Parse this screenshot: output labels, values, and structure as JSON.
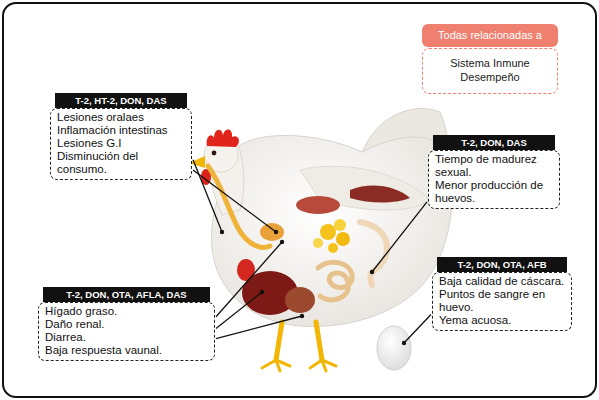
{
  "diagram": {
    "nodes": [
      {
        "text": [
          "Todas relacionadas a",
          "Sistema Inmune",
          "Desempeño"
        ]
      },
      {
        "text": [
          "T-2, HT-2, DON, DAS",
          "Lesiones oralaes",
          "Inflamación intestinas",
          "Lesiones G.I",
          "Disminución del consumo."
        ]
      },
      {
        "text": [
          "T-2, DON, DAS",
          "Tiempo de madurez sexual.",
          "Menor producción de huevos."
        ]
      },
      {
        "text": [
          "T-2, DON, OTA, AFLA, DAS",
          "Hígado graso.",
          "Daño renal.",
          "Diarrea.",
          "Baja respuesta vaunal."
        ]
      },
      {
        "text": [
          "T-2, DON, OTA, AFB",
          "Baja calidad de cáscara.",
          "Puntos de sangre en huevo.",
          "Yema acuosa."
        ]
      }
    ]
  }
}
